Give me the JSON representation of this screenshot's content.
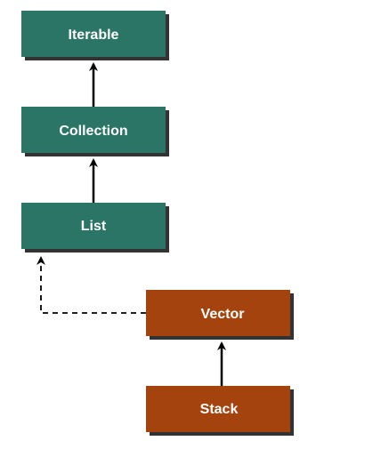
{
  "nodes": {
    "iterable": {
      "label": "Iterable"
    },
    "collection": {
      "label": "Collection"
    },
    "list": {
      "label": "List"
    },
    "vector": {
      "label": "Vector"
    },
    "stack": {
      "label": "Stack"
    }
  },
  "colors": {
    "interface_fill": "#2a7565",
    "class_fill": "#a4430d",
    "shadow": "#333333",
    "text": "#ffffff",
    "arrow": "#000000"
  }
}
